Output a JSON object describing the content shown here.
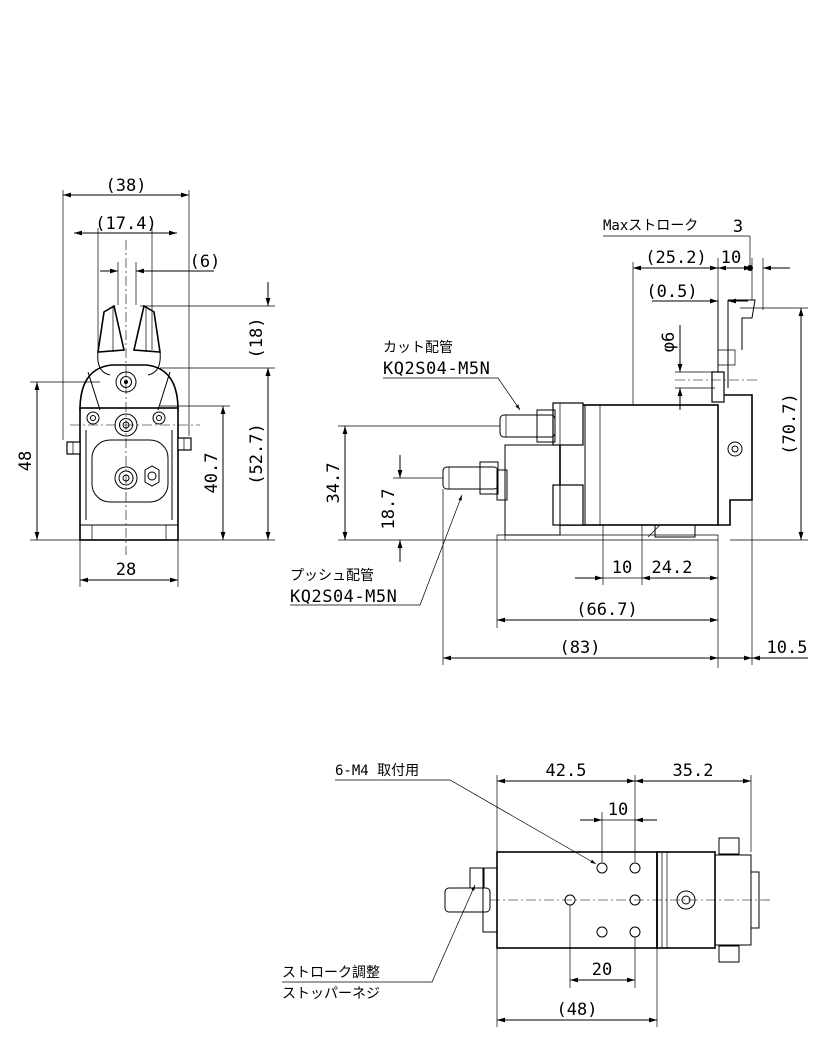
{
  "front_view": {
    "dims": {
      "width_38": "(38)",
      "width_17_4": "(17.4)",
      "jaw_6": "(6)",
      "height_18": "(18)",
      "height_48": "48",
      "height_52_7": "(52.7)",
      "height_40_7": "40.7",
      "base_28": "28"
    }
  },
  "side_view": {
    "max_stroke_label": "Maxストローク",
    "max_stroke_value": "3",
    "dims": {
      "d25_2": "(25.2)",
      "d10_top": "10",
      "d0_5": "(0.5)",
      "phi6": "φ6",
      "d70_7": "(70.7)",
      "d34_7": "34.7",
      "d18_7": "18.7",
      "d10_bottom": "10",
      "d24_2": "24.2",
      "d66_7": "(66.7)",
      "d83": "(83)",
      "d10_5": "10.5"
    },
    "cut_port": {
      "label": "カット配管",
      "part": "KQ2S04-M5N"
    },
    "push_port": {
      "label": "プッシュ配管",
      "part": "KQ2S04-M5N"
    }
  },
  "top_view": {
    "mount_label": "6-M4 取付用",
    "dims": {
      "d42_5": "42.5",
      "d35_2": "35.2",
      "d10": "10",
      "d20": "20",
      "d48": "(48)"
    },
    "stopper_line1": "ストローク調整",
    "stopper_line2": "ストッパーネジ"
  }
}
